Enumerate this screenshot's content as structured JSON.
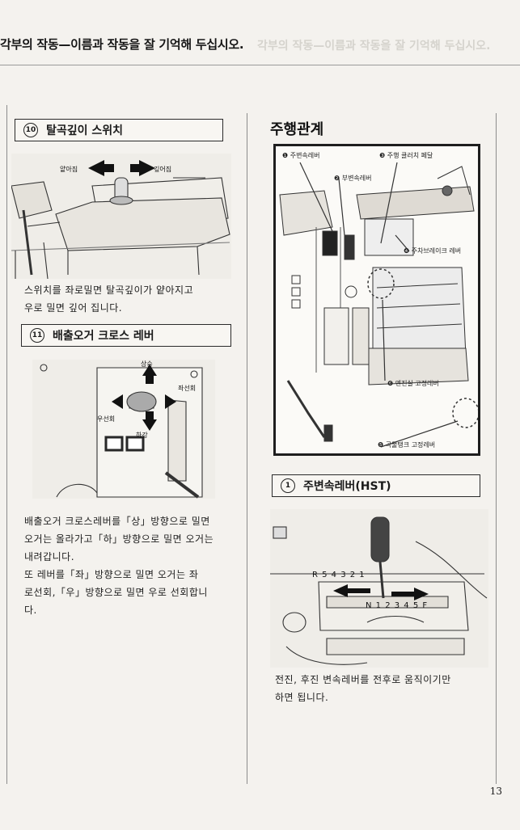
{
  "header": {
    "title": "각부의 작동—이름과 작동을 잘 기억해 두십시오.",
    "ghost_text": "각부의 작동—이름과 작동을 잘 기억해 두십시오."
  },
  "left": {
    "section10": {
      "number": "⑩",
      "title": "탈곡깊이 스위치",
      "labels": {
        "shallow": "얕아짐",
        "deep": "깊어짐"
      },
      "body": [
        "스위치를 좌로밀면 탈곡깊이가 얕아지고",
        "우로 밀면 깊어 집니다."
      ]
    },
    "section11": {
      "number": "⑪",
      "title": "배출오거 크로스 레버",
      "labels": {
        "up": "상승",
        "down": "하강",
        "left": "좌선회",
        "right": "우선회",
        "marker": "①"
      },
      "body": [
        "배출오거 크로스레버를「상」방향으로 밀면",
        "오거는 올라가고「하」방향으로 밀면 오거는",
        "내려갑니다.",
        "또 레버를「좌」방향으로 밀면 오거는 좌",
        "로선회,「우」방향으로 밀면 우로 선회합니",
        "다."
      ]
    }
  },
  "right": {
    "title": "주행관계",
    "callouts": [
      "❶ 주변속레버",
      "❸ 주행 클러치 페달",
      "❷ 부변속레버",
      "❹ 주차브레이크 레버",
      "❻ 엔진실 고정레버",
      "❺ 곡물탱크 고정레버"
    ],
    "section1": {
      "number": "①",
      "title": "주변속레버(HST)",
      "gear_top": "R  5 4 3 2 1",
      "gear_bottom": "N 1 2 3 4 5 F",
      "body": [
        "전진, 후진 변속레버를 전후로 움직이기만",
        "하면 됩니다."
      ]
    }
  },
  "page_number": "13"
}
